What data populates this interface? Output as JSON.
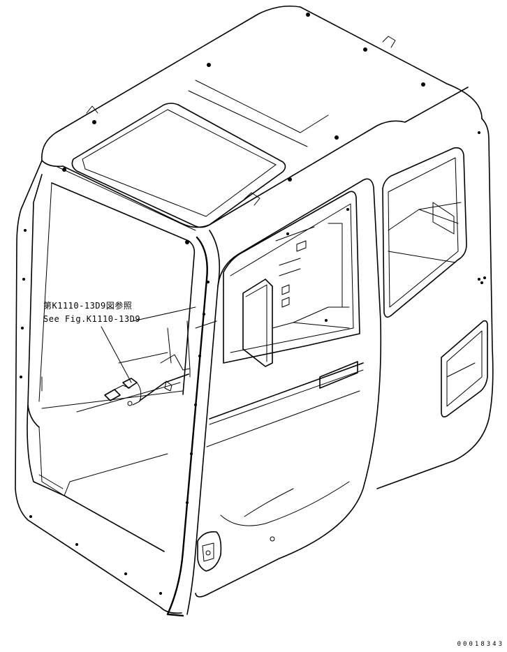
{
  "callout": {
    "reference_ja": "第K1110-13D9図参照",
    "reference_en": "See Fig.K1110-13D9"
  },
  "figure_number": "00018343",
  "icons": [
    "operator-cab-outline",
    "wiring-harness-part"
  ],
  "colors": {
    "line": "#000000",
    "background": "#ffffff"
  }
}
